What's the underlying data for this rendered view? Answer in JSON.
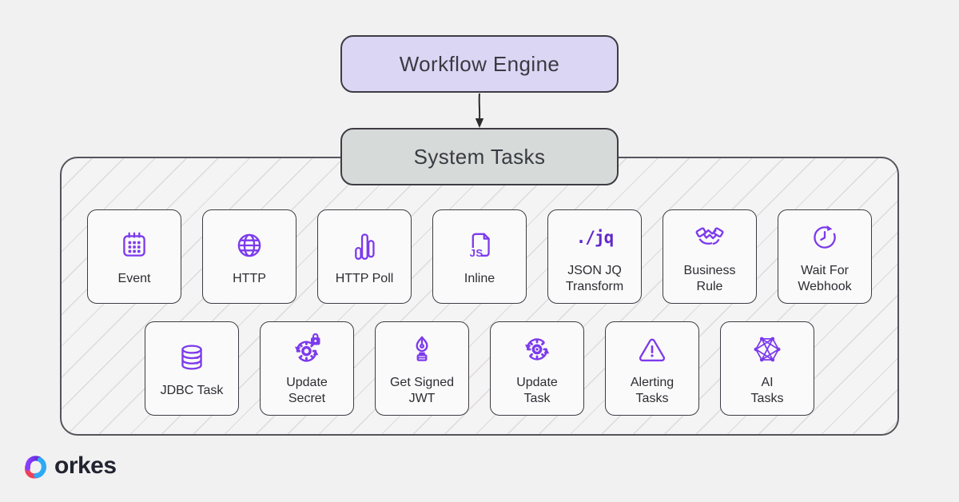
{
  "diagram": {
    "engine": {
      "label": "Workflow Engine"
    },
    "system_tasks": {
      "label": "System Tasks"
    }
  },
  "task_rows": [
    {
      "cards": [
        {
          "label": "Event",
          "icon": "calendar-icon"
        },
        {
          "label": "HTTP",
          "icon": "globe-icon"
        },
        {
          "label": "HTTP Poll",
          "icon": "poll-bars-icon"
        },
        {
          "label": "Inline",
          "icon": "js-file-icon"
        },
        {
          "label": "JSON JQ\nTransform",
          "icon": "jq-transform-icon"
        },
        {
          "label": "Business\nRule",
          "icon": "handshake-icon"
        },
        {
          "label": "Wait For\nWebhook",
          "icon": "clock-refresh-icon"
        }
      ]
    },
    {
      "cards": [
        {
          "label": "JDBC Task",
          "icon": "database-icon"
        },
        {
          "label": "Update\nSecret",
          "icon": "gear-lock-icon"
        },
        {
          "label": "Get Signed\nJWT",
          "icon": "pen-nib-icon"
        },
        {
          "label": "Update\nTask",
          "icon": "gear-refresh-icon"
        },
        {
          "label": "Alerting\nTasks",
          "icon": "warning-triangle-icon"
        },
        {
          "label": "AI\nTasks",
          "icon": "network-icon"
        }
      ]
    }
  ],
  "icon_text": {
    "js": "JS",
    "jq": "./jq"
  },
  "logo": {
    "wordmark": "orkes"
  },
  "colors": {
    "accent_purple": "#7C3AED",
    "engine_bg": "#DBD6F4",
    "system_tasks_bg": "#D6DAD8",
    "page_bg": "#F2F1F1",
    "card_bg": "#FBFAFA",
    "border_dark": "#3E3C44",
    "logo_pink": "#EE4158",
    "logo_purple": "#6B2FE0",
    "logo_blue": "#2FA9F4"
  }
}
